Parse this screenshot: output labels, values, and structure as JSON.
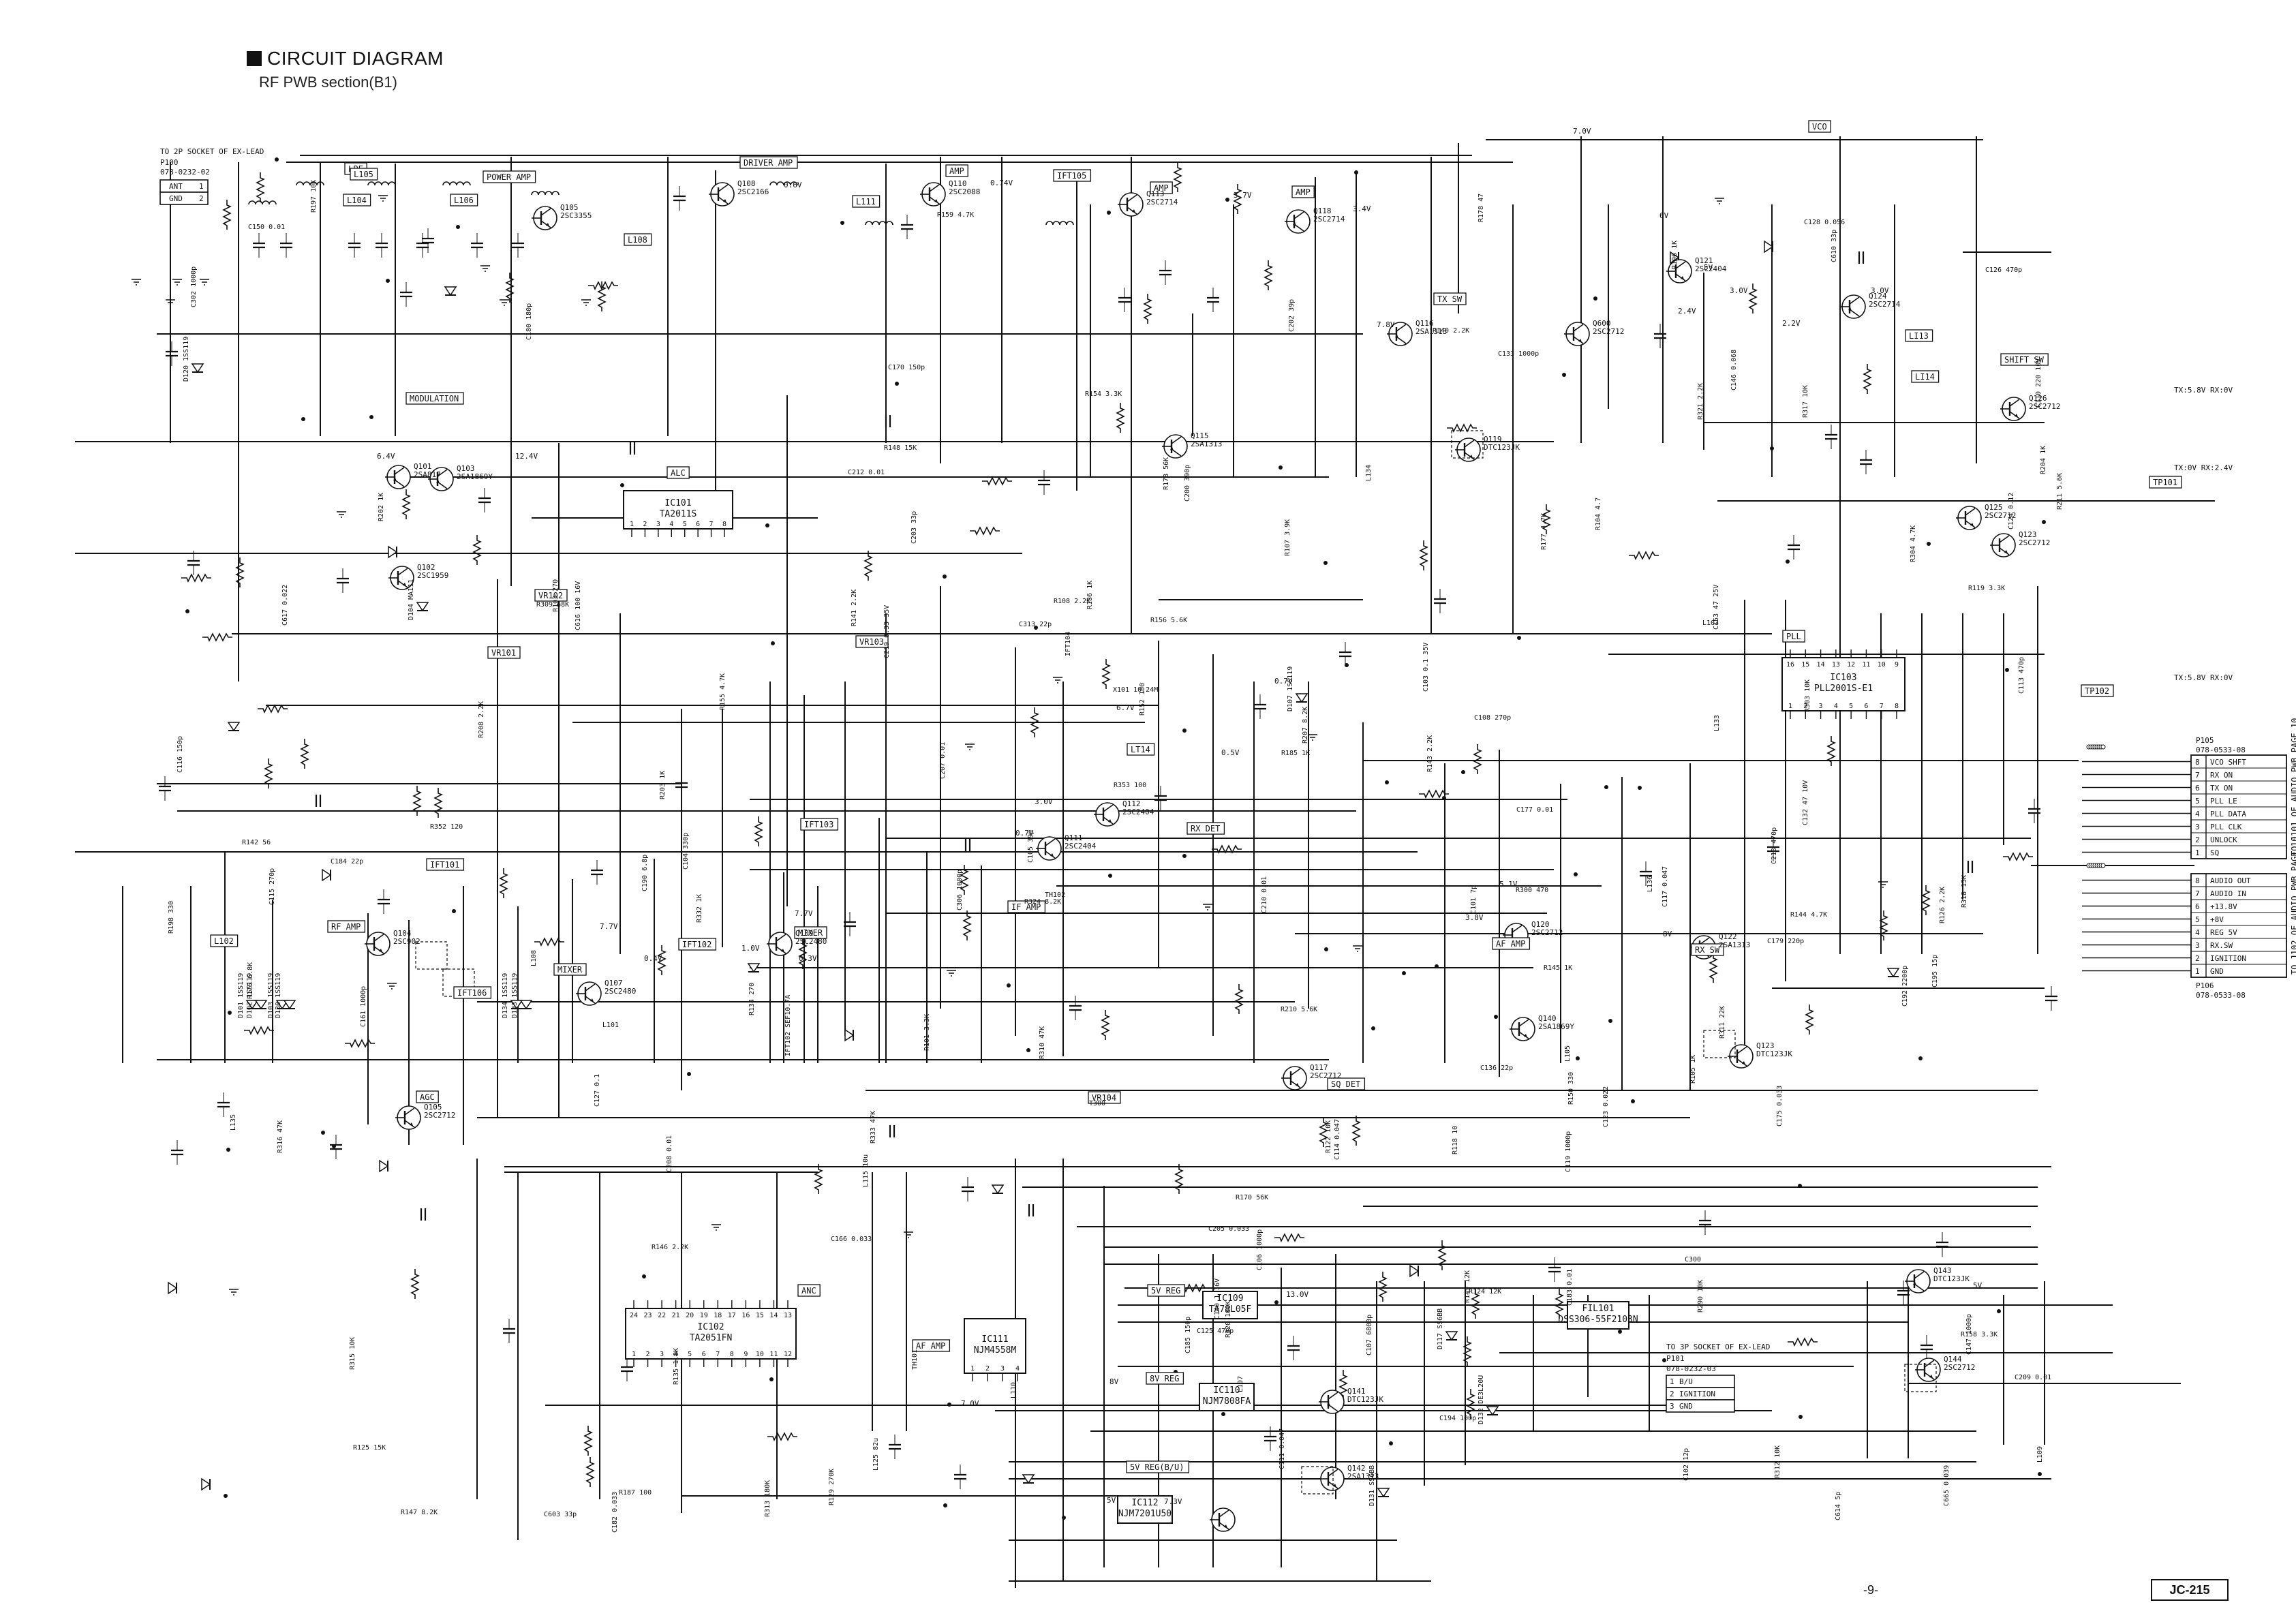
{
  "header": {
    "title": "CIRCUIT DIAGRAM",
    "subtitle": "RF PWB section(B1)"
  },
  "footer": {
    "page": "-9-",
    "model": "JC-215"
  },
  "connectors": {
    "p100": {
      "caption": "TO 2P SOCKET OF EX-LEAD",
      "ref": "P100",
      "part": "078-0232-02",
      "pins": [
        {
          "num": "1",
          "name": "ANT"
        },
        {
          "num": "2",
          "name": "GND"
        }
      ]
    },
    "p101": {
      "caption": "TO 3P SOCKET OF EX-LEAD",
      "ref": "P101",
      "part": "078-0232-03",
      "pins": [
        {
          "num": "1",
          "name": "B/U"
        },
        {
          "num": "2",
          "name": "IGNITION"
        },
        {
          "num": "3",
          "name": "GND"
        }
      ]
    },
    "p105": {
      "ref": "P105",
      "part": "078-0533-08",
      "side_label": "TO J101 OF AUDIO PWB PAGE 10",
      "pins": [
        {
          "num": "8",
          "name": "VCO SHFT"
        },
        {
          "num": "7",
          "name": "RX ON"
        },
        {
          "num": "6",
          "name": "TX ON"
        },
        {
          "num": "5",
          "name": "PLL LE"
        },
        {
          "num": "4",
          "name": "PLL DATA"
        },
        {
          "num": "3",
          "name": "PLL CLK"
        },
        {
          "num": "2",
          "name": "UNLOCK"
        },
        {
          "num": "1",
          "name": "SQ"
        }
      ]
    },
    "p106": {
      "ref": "P106",
      "part": "078-0533-08",
      "side_label": "TO J102 OF AUDIO PWB PAGE 10",
      "pins": [
        {
          "num": "8",
          "name": "AUDIO OUT"
        },
        {
          "num": "7",
          "name": "AUDIO IN"
        },
        {
          "num": "6",
          "name": "+13.8V"
        },
        {
          "num": "5",
          "name": "+8V"
        },
        {
          "num": "4",
          "name": "REG 5V"
        },
        {
          "num": "3",
          "name": "RX.SW"
        },
        {
          "num": "2",
          "name": "IGNITION"
        },
        {
          "num": "1",
          "name": "GND"
        }
      ]
    }
  },
  "block_labels": [
    "LPF",
    "L104",
    "L106",
    "L105",
    "POWER AMP",
    "L108",
    "DRIVER AMP",
    "L111",
    "AMP",
    "IFT105",
    "AMP",
    "AMP",
    "VCO",
    "TX SW",
    "MODULATION",
    "ALC",
    "VR102",
    "VR101",
    "VR103",
    "LI14",
    "LI13",
    "SHIFT SW",
    "PLL",
    "TP102",
    "TP101",
    "IFT101",
    "L102",
    "RF AMP",
    "IFT106",
    "MIXER",
    "IFT102",
    "IFT103",
    "MIXER",
    "IF AMP",
    "LT14",
    "RX DET",
    "AF AMP",
    "RX SW",
    "AGC",
    "SQ DET",
    "VR104",
    "ANC",
    "5V REG",
    "8V REG",
    "5V REG(B/U)",
    "AF AMP"
  ],
  "components": {
    "transistors": [
      {
        "ref": "Q105",
        "part": "2SC3355"
      },
      {
        "ref": "Q108",
        "part": "2SC2166"
      },
      {
        "ref": "Q110",
        "part": "2SC2088"
      },
      {
        "ref": "Q113",
        "part": "2SC2714"
      },
      {
        "ref": "Q118",
        "part": "2SC2714"
      },
      {
        "ref": "Q116",
        "part": "2SA1313"
      },
      {
        "ref": "Q115",
        "part": "2SA1313"
      },
      {
        "ref": "Q119",
        "part": "DTC123JK"
      },
      {
        "ref": "Q600",
        "part": "2SC2712"
      },
      {
        "ref": "Q121",
        "part": "2SC2404"
      },
      {
        "ref": "Q124",
        "part": "2SC2714"
      },
      {
        "ref": "Q126",
        "part": "2SC2712"
      },
      {
        "ref": "Q125",
        "part": "2SC2712"
      },
      {
        "ref": "Q123",
        "part": "2SC2712"
      },
      {
        "ref": "Q101",
        "part": "2SA817"
      },
      {
        "ref": "Q102",
        "part": "2SC1959"
      },
      {
        "ref": "Q103",
        "part": "2SA1869Y"
      },
      {
        "ref": "Q104",
        "part": "2SC902"
      },
      {
        "ref": "Q105",
        "part": "2SC2712"
      },
      {
        "ref": "Q107",
        "part": "2SC2480"
      },
      {
        "ref": "Q109",
        "part": "2SC2480"
      },
      {
        "ref": "Q111",
        "part": "2SC2404"
      },
      {
        "ref": "Q112",
        "part": "2SC2404"
      },
      {
        "ref": "Q117",
        "part": "2SC2712"
      },
      {
        "ref": "Q120",
        "part": "2SC2712"
      },
      {
        "ref": "Q122",
        "part": "2SA1313"
      },
      {
        "ref": "Q123",
        "part": "DTC123JK"
      },
      {
        "ref": "Q140",
        "part": "2SA1869Y"
      },
      {
        "ref": "Q141",
        "part": "DTC123JK"
      },
      {
        "ref": "Q142",
        "part": "2SA1313"
      },
      {
        "ref": "Q143",
        "part": "DTC123JK"
      },
      {
        "ref": "Q144",
        "part": "2SC2712"
      }
    ],
    "ics": [
      {
        "ref": "IC101",
        "part": "TA2011S",
        "pins": [
          "1",
          "2",
          "3",
          "4",
          "5",
          "6",
          "7",
          "8"
        ]
      },
      {
        "ref": "IC103",
        "part": "PLL2001S-E1",
        "pins_top": [
          "16",
          "15",
          "14",
          "13",
          "12",
          "11",
          "10",
          "9"
        ],
        "pins_bottom": [
          "1",
          "2",
          "3",
          "4",
          "5",
          "6",
          "7",
          "8"
        ]
      },
      {
        "ref": "IC102",
        "part": "TA2051FN",
        "pins_top": [
          "24",
          "23",
          "22",
          "21",
          "20",
          "19",
          "18",
          "17",
          "16",
          "15",
          "14",
          "13"
        ],
        "pins_bottom": [
          "1",
          "2",
          "3",
          "4",
          "5",
          "6",
          "7",
          "8",
          "9",
          "10",
          "11",
          "12"
        ]
      },
      {
        "ref": "IC111",
        "part": "NJM4558M",
        "pins": [
          "1",
          "2",
          "3",
          "4",
          "8",
          "7",
          "6",
          "5"
        ]
      },
      {
        "ref": "IC109",
        "part": "TA78L05F"
      },
      {
        "ref": "IC110",
        "part": "NJM7808FA"
      },
      {
        "ref": "IC112",
        "part": "NJM7201U50"
      },
      {
        "ref": "FIL101",
        "part": "DSS306-55F2103N"
      }
    ],
    "diodes": [
      {
        "ref": "D120",
        "part": "1SS119"
      },
      {
        "ref": "D104",
        "part": "MA111"
      },
      {
        "ref": "D107",
        "part": "1SS119"
      },
      {
        "ref": "D101",
        "part": "1SS119"
      },
      {
        "ref": "D102",
        "part": "1SS119"
      },
      {
        "ref": "D103",
        "part": "1SS119"
      },
      {
        "ref": "D130",
        "part": "1SS119"
      },
      {
        "ref": "D134",
        "part": "1SS119"
      },
      {
        "ref": "D133",
        "part": "1SS119"
      },
      {
        "ref": "D117",
        "part": "SS6BB"
      },
      {
        "ref": "D132",
        "part": "DE3L20U"
      },
      {
        "ref": "D131",
        "part": "SS6BB"
      }
    ],
    "passives": [
      "C610 33p",
      "C101 7p",
      "C102 12p",
      "C104 330p",
      "C105 39p",
      "C108 270p",
      "C113 470p",
      "C115 270p",
      "C116 150p",
      "C125 470p",
      "C126 470p",
      "C136 22p",
      "C180 180p",
      "C184 22p",
      "C166 0.033",
      "C170 150p",
      "C179 220p",
      "C185 150p",
      "C175 0.033",
      "C182 0.033",
      "C183 0.01",
      "C207 0.01",
      "C195 15p",
      "C194 100p",
      "C192 2200p",
      "C190 6.8p",
      "C200 390p",
      "C202 39p",
      "C203 33p",
      "C205 0.033",
      "C208 0.01",
      "C209 0.01",
      "C210 0.01",
      "C212 0.01",
      "C213 470p",
      "C219 0.33 35V",
      "C103 0.1 35V",
      "C107 6800p",
      "C110 220 10V",
      "C114 0.047",
      "C117 0.047",
      "C127 0.1",
      "C132 47 10V",
      "C140 1 16V",
      "C146 0.068",
      "C150 0.01",
      "C153 47 25V",
      "C123 0.022",
      "C124 0.12",
      "C128 0.056",
      "C302 1000p",
      "C106 1000p",
      "C111 0.047",
      "C119 1000p",
      "C603 33p",
      "C133 1000p",
      "C147 1000p",
      "C161 1000p",
      "C177 0.01",
      "C306 1000p",
      "C300",
      "C614 5p",
      "C313 22p",
      "C617 0.022",
      "C665 0.039",
      "C616 100 16V",
      "R353 100",
      "L125 82u",
      "R103 270",
      "R105 1K",
      "R108 2.2K",
      "R104 4.7",
      "R107 3.9K",
      "R300 470",
      "R303 10K",
      "R118 10",
      "R134 270",
      "R135 1.8K",
      "R142 56",
      "R145 1K",
      "R147 8.2K",
      "R152 100",
      "R156 5.6K",
      "R158 3.3K",
      "R187 100",
      "R175 6.8K",
      "R178 47",
      "R185 1K",
      "R186 1K",
      "R154 3.3K",
      "R155 4.7K",
      "R159 4.7K",
      "R177 4.7K",
      "R196 1K",
      "R197 10K",
      "R198 330",
      "R207 8.2K",
      "R208 2.2K",
      "R210 5.6K",
      "R211 5.6K",
      "R202 1K",
      "R203 1K",
      "R204 1K",
      "R304 4.7K",
      "R143 2.2K",
      "R126 2.2K",
      "R129 270K",
      "R309 68K",
      "R310 47K",
      "R311 22K",
      "R312 10K",
      "R170 56K",
      "R178 56K",
      "R148 15K",
      "R149 12K",
      "R150 330",
      "R140 2.2K",
      "R146 2.2K",
      "R144 4.7K",
      "R313 180K",
      "R315 10K",
      "R316 47K",
      "R318 15K",
      "R125 15K",
      "R124 12K",
      "R119 3.3K",
      "R122 10K",
      "R141 2.2K",
      "R317 10K",
      "R320 100K",
      "R324 8.2K",
      "R290 10K",
      "R321 2.2K",
      "R332 1K",
      "R333 47K",
      "R352 120",
      "R101 3.3K",
      "L103",
      "L105",
      "L107",
      "L109",
      "L110",
      "L133",
      "L134",
      "L135",
      "L136",
      "L115 10u",
      "L108",
      "L101",
      "T300",
      "TH101",
      "TH102",
      "X101 10.24M",
      "IFT104",
      "IFT102 SEF10.7A"
    ],
    "voltages": [
      "7.0V",
      "6V",
      "5V",
      "2.4V",
      "3.0V",
      "2.2V",
      "3.0V",
      "3.7V",
      "3.4V",
      "0.6V",
      "0.74V",
      "7.8V",
      "6.4V",
      "12.4V",
      "6.7V",
      "0.5V",
      "0.7V",
      "3.0V",
      "0.7V",
      "7.7V",
      "1.0V",
      "0.4V",
      "0.3V",
      "7.7V",
      "3.8V",
      "5.1V",
      "8V",
      "13.0V",
      "7.3V",
      "5V",
      "5V",
      "8V",
      "7.0V",
      "TX:5.8V RX:0V",
      "TX:0V RX:2.4V",
      "TX:5.8V RX:0V"
    ]
  }
}
